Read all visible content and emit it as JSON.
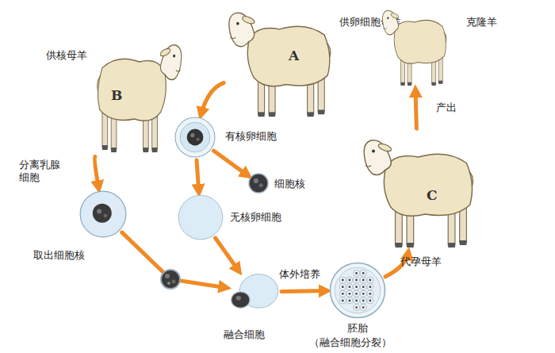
{
  "diagram": {
    "nodes": [
      {
        "text": [
          "供核母羊",
          "B"
        ]
      },
      {
        "text": [
          "供卵细胞母羊",
          "A"
        ]
      },
      {
        "text": [
          "分离乳腺细胞"
        ]
      },
      {
        "text": [
          "有核卵细胞"
        ]
      },
      {
        "text": [
          "细胞核"
        ]
      },
      {
        "text": [
          "无核卵细胞"
        ]
      },
      {
        "text": [
          "融合细胞"
        ]
      },
      {
        "text": [
          "胚胎",
          "（融合细胞分裂）"
        ]
      },
      {
        "text": [
          "代孕母羊",
          "C"
        ]
      },
      {
        "text": [
          "克隆羊"
        ]
      }
    ],
    "edges": [
      {
        "from": 0,
        "to": 2,
        "arrow": "to"
      },
      {
        "from": 1,
        "to": 3,
        "arrow": "to"
      },
      {
        "from": 3,
        "to": 4,
        "arrow": "to"
      },
      {
        "from": 3,
        "to": 5,
        "arrow": "to"
      },
      {
        "from": 2,
        "to": 6,
        "label": "取出细胞核",
        "arrow": "to"
      },
      {
        "from": 5,
        "to": 6,
        "arrow": "to"
      },
      {
        "from": 6,
        "to": 7,
        "label": "体外培养",
        "arrow": "to"
      },
      {
        "from": 7,
        "to": 8,
        "arrow": "to"
      },
      {
        "from": 8,
        "to": 9,
        "label": "产出",
        "arrow": "to"
      }
    ]
  }
}
